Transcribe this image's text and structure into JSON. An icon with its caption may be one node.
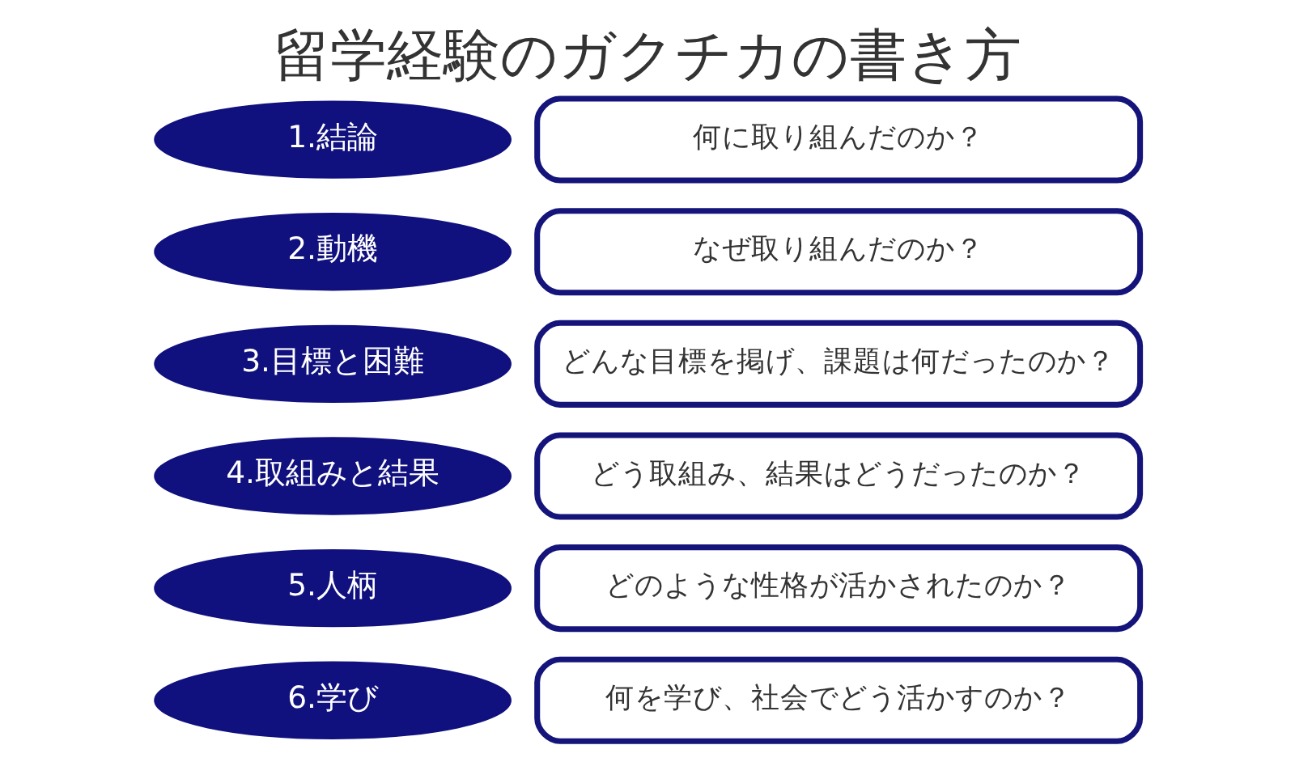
{
  "diagram": {
    "title": "留学経験のガクチカの書き方",
    "nodes": [
      {
        "text": [
          "1.結論"
        ]
      },
      {
        "text": [
          "何に取り組んだのか？"
        ]
      },
      {
        "text": [
          "2.動機"
        ]
      },
      {
        "text": [
          "なぜ取り組んだのか？"
        ]
      },
      {
        "text": [
          "3.目標と困難"
        ]
      },
      {
        "text": [
          "どんな目標を掲げ、課題は何だったのか？"
        ]
      },
      {
        "text": [
          "4.取組みと結果"
        ]
      },
      {
        "text": [
          "どう取組み、結果はどうだったのか？"
        ]
      },
      {
        "text": [
          "5.人柄"
        ]
      },
      {
        "text": [
          "どのような性格が活かされたのか？"
        ]
      },
      {
        "text": [
          "6.学び"
        ]
      },
      {
        "text": [
          "何を学び、社会でどう活かすのか？"
        ]
      }
    ],
    "edges": []
  }
}
